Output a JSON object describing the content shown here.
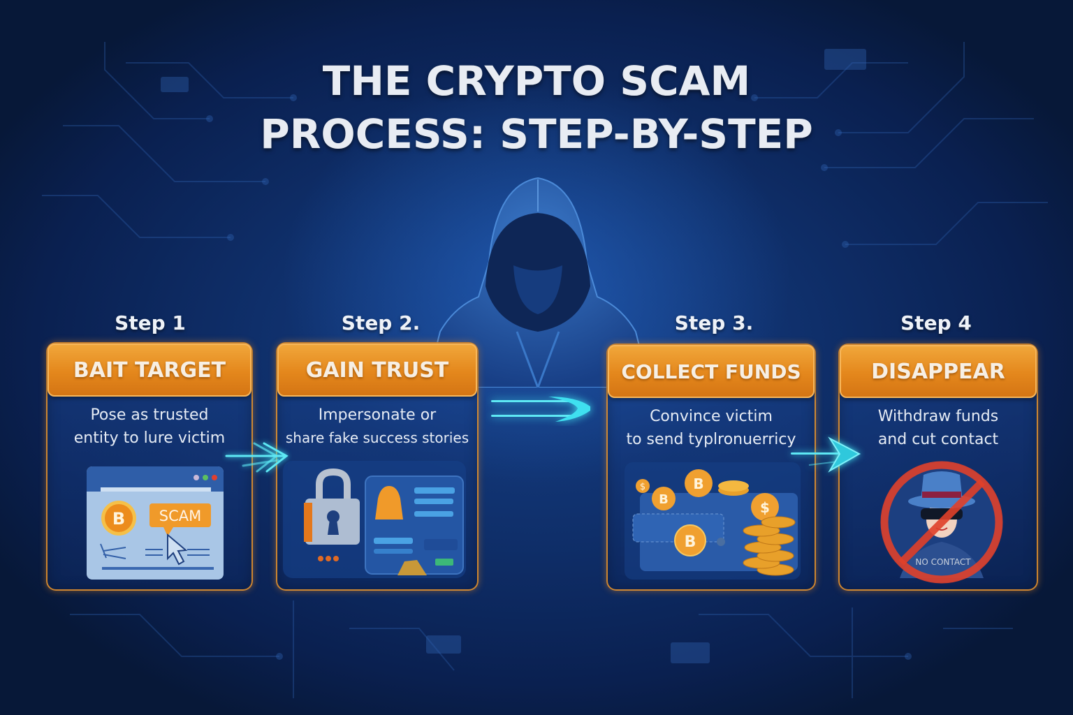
{
  "title": {
    "line1": "THE CRYPTO SCAM",
    "line2": "PROCESS: STEP-BY-STEP"
  },
  "colors": {
    "background": "#0f2f6a",
    "header_orange": "#e4871c",
    "card_border": "#f0962a",
    "arrow_cyan": "#3fe0f0",
    "title_text": "#e8ecf3"
  },
  "central_figure": {
    "icon": "hooded-hacker-icon"
  },
  "steps": [
    {
      "label": "Step 1",
      "title": "BAIT TARGET",
      "desc_line1": "Pose as trusted",
      "desc_line2": "entity to lure victim",
      "illustration": "browser-window-scam-icon",
      "badge_text": "SCAM",
      "coin_symbol": "B"
    },
    {
      "label": "Step 2.",
      "title": "GAIN TRUST",
      "desc_line1": "Impersonate or",
      "desc_line2": "share fake success stories",
      "illustration": "padlock-profile-card-icon"
    },
    {
      "label": "Step 3.",
      "title": "COLLECT FUNDS",
      "desc_line1": "Convince victim",
      "desc_line2": "to send typlronuerricy",
      "illustration": "wallet-coins-icon",
      "coin_symbols": [
        "$",
        "B",
        "B",
        "$",
        "B"
      ]
    },
    {
      "label": "Step 4",
      "title": "DISAPPEAR",
      "desc_line1": "Withdraw funds",
      "desc_line2": "and cut contact",
      "illustration": "no-contact-spy-icon",
      "badge_text": "NO CONTACT"
    }
  ],
  "arrows": [
    {
      "from": "Step 1",
      "to": "Step 2"
    },
    {
      "from": "Step 2",
      "to": "Step 3"
    },
    {
      "from": "Step 3",
      "to": "Step 4"
    }
  ]
}
